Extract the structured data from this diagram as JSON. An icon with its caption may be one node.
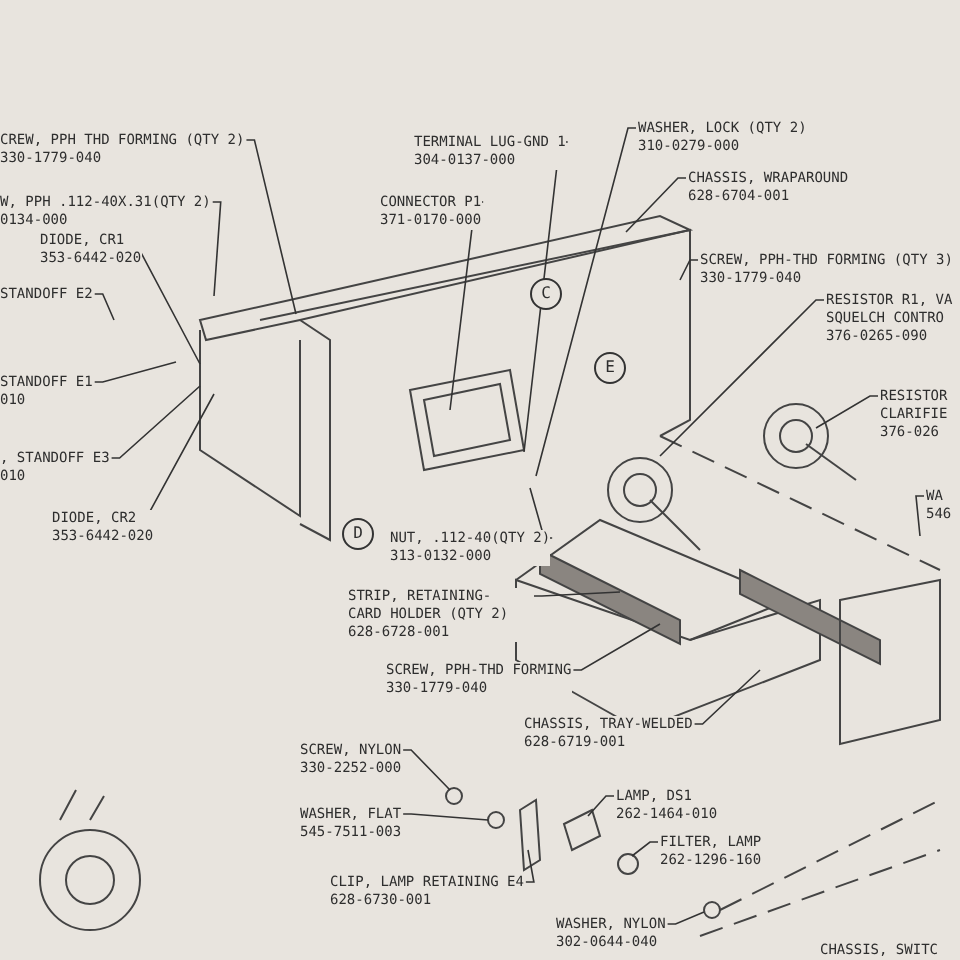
{
  "diagram": {
    "nodes": [
      {
        "text": [
          "CREW, PPH THD FORMING (QTY 2)",
          "330-1779-040"
        ]
      },
      {
        "text": [
          "W, PPH .112-40X.31(QTY 2)",
          "0134-000"
        ]
      },
      {
        "text": [
          "DIODE, CR1",
          "353-6442-020"
        ]
      },
      {
        "text": [
          "STANDOFF E2"
        ]
      },
      {
        "text": [
          "STANDOFF E1",
          "010"
        ]
      },
      {
        "text": [
          ", STANDOFF E3",
          "010"
        ]
      },
      {
        "text": [
          "DIODE, CR2",
          "353-6442-020"
        ]
      },
      {
        "text": [
          "TERMINAL LUG-GND 1",
          "304-0137-000"
        ]
      },
      {
        "text": [
          "CONNECTOR P1",
          "371-0170-000"
        ]
      },
      {
        "text": [
          "WASHER, LOCK (QTY 2)",
          "310-0279-000"
        ]
      },
      {
        "text": [
          "CHASSIS, WRAPAROUND",
          "628-6704-001"
        ]
      },
      {
        "text": [
          "SCREW, PPH-THD FORMING (QTY 3)",
          "330-1779-040"
        ]
      },
      {
        "text": [
          "RESISTOR R1, VA SQUELCH CONTRO",
          "376-0265-090"
        ]
      },
      {
        "text": [
          "RESISTOR CLARIFIE",
          "376-026"
        ]
      },
      {
        "text": [
          "WA",
          "546"
        ]
      },
      {
        "text": [
          "NUT, .112-40(QTY 2)",
          "313-0132-000"
        ]
      },
      {
        "text": [
          "STRIP, RETAINING- CARD HOLDER (QTY 2)",
          "628-6728-001"
        ]
      },
      {
        "text": [
          "SCREW, PPH-THD FORMING",
          "330-1779-040"
        ]
      },
      {
        "text": [
          "CHASSIS, TRAY-WELDED",
          "628-6719-001"
        ]
      },
      {
        "text": [
          "SCREW, NYLON",
          "330-2252-000"
        ]
      },
      {
        "text": [
          "WASHER, FLAT",
          "545-7511-003"
        ]
      },
      {
        "text": [
          "CLIP, LAMP RETAINING E4",
          "628-6730-001"
        ]
      },
      {
        "text": [
          "LAMP, DS1",
          "262-1464-010"
        ]
      },
      {
        "text": [
          "FILTER, LAMP",
          "262-1296-160"
        ]
      },
      {
        "text": [
          "WASHER, NYLON",
          "302-0644-040"
        ]
      },
      {
        "text": [
          "C"
        ]
      },
      {
        "text": [
          "D"
        ]
      },
      {
        "text": [
          "E"
        ]
      }
    ],
    "edges": [
      {
        "from": 0,
        "to": null,
        "arrow": "none"
      },
      {
        "from": 1,
        "to": null,
        "arrow": "none"
      },
      {
        "from": 2,
        "to": null,
        "arrow": "none"
      },
      {
        "from": 3,
        "to": null,
        "arrow": "none"
      },
      {
        "from": 4,
        "to": null,
        "arrow": "none"
      },
      {
        "from": 5,
        "to": null,
        "arrow": "none"
      },
      {
        "from": 6,
        "to": null,
        "arrow": "none"
      },
      {
        "from": 7,
        "to": null,
        "arrow": "none"
      },
      {
        "from": 8,
        "to": null,
        "arrow": "none"
      },
      {
        "from": 9,
        "to": null,
        "arrow": "none"
      },
      {
        "from": 10,
        "to": null,
        "arrow": "none"
      },
      {
        "from": 11,
        "to": null,
        "arrow": "none"
      },
      {
        "from": 12,
        "to": null,
        "arrow": "none"
      },
      {
        "from": 13,
        "to": null,
        "arrow": "none"
      },
      {
        "from": 14,
        "to": null,
        "arrow": "none"
      },
      {
        "from": 15,
        "to": null,
        "arrow": "none"
      },
      {
        "from": 16,
        "to": null,
        "arrow": "none"
      },
      {
        "from": 17,
        "to": null,
        "arrow": "none"
      },
      {
        "from": 18,
        "to": null,
        "arrow": "none"
      },
      {
        "from": 19,
        "to": null,
        "arrow": "none"
      },
      {
        "from": 20,
        "to": null,
        "arrow": "none"
      },
      {
        "from": 21,
        "to": null,
        "arrow": "none"
      },
      {
        "from": 22,
        "to": null,
        "arrow": "none"
      },
      {
        "from": 23,
        "to": null,
        "arrow": "none"
      },
      {
        "from": 24,
        "to": null,
        "arrow": "none"
      }
    ],
    "labels": [
      "CHASSIS, SWITC"
    ]
  }
}
